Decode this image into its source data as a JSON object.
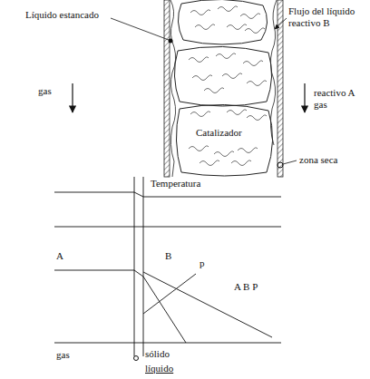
{
  "diagram": {
    "labels": [
      "Líquido estancado",
      "Flujo del líquido reactivo B",
      "gas",
      "reactivo A gas",
      "Catalizador",
      "zona seca",
      "Temperatura",
      "A",
      "B",
      "p",
      "A B P",
      "gas",
      "sólido",
      "líquido"
    ]
  }
}
